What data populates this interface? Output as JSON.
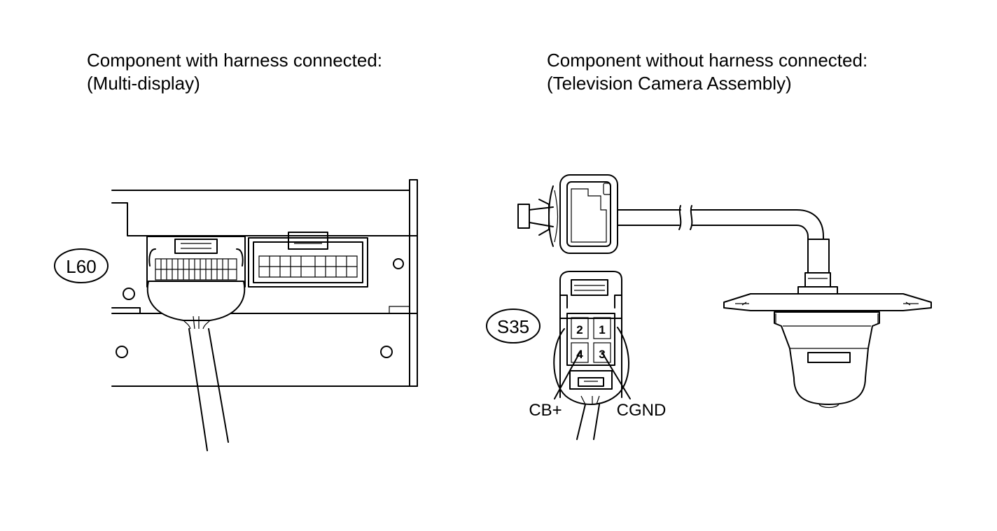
{
  "captions": {
    "left": {
      "line1": "Component with harness connected:",
      "line2": "(Multi-display)"
    },
    "right": {
      "line1": "Component without harness connected:",
      "line2": "(Television Camera Assembly)"
    }
  },
  "connectors": {
    "left": {
      "id": "L60"
    },
    "right": {
      "id": "S35",
      "pins": [
        "2",
        "1",
        "4",
        "3"
      ],
      "labels": {
        "pin4": "CB+",
        "pin3": "CGND"
      }
    }
  }
}
